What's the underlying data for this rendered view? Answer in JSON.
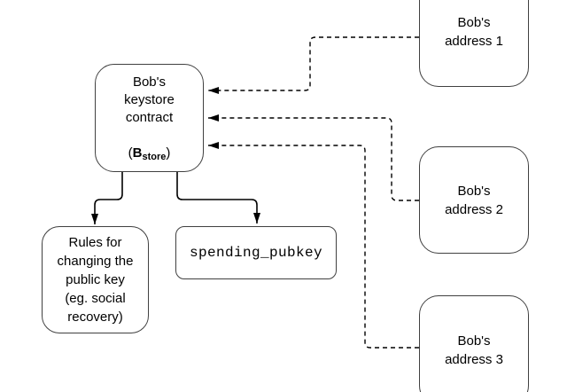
{
  "diagram": {
    "keystore": {
      "title": "Bob's\nkeystore\ncontract",
      "symbol_open": "(",
      "symbol_main": "B",
      "symbol_sub": "store",
      "symbol_close": ")"
    },
    "rules": {
      "label": "Rules for\nchanging the\npublic key\n(eg. social\nrecovery)"
    },
    "spending": {
      "label": "spending_pubkey"
    },
    "addresses": [
      {
        "label": "Bob's\naddress 1"
      },
      {
        "label": "Bob's\naddress 2"
      },
      {
        "label": "Bob's\naddress 3"
      }
    ],
    "colors": {
      "background": "#ffffff",
      "box_border": "#404040",
      "connector": "#000000",
      "text": "#000000"
    }
  }
}
